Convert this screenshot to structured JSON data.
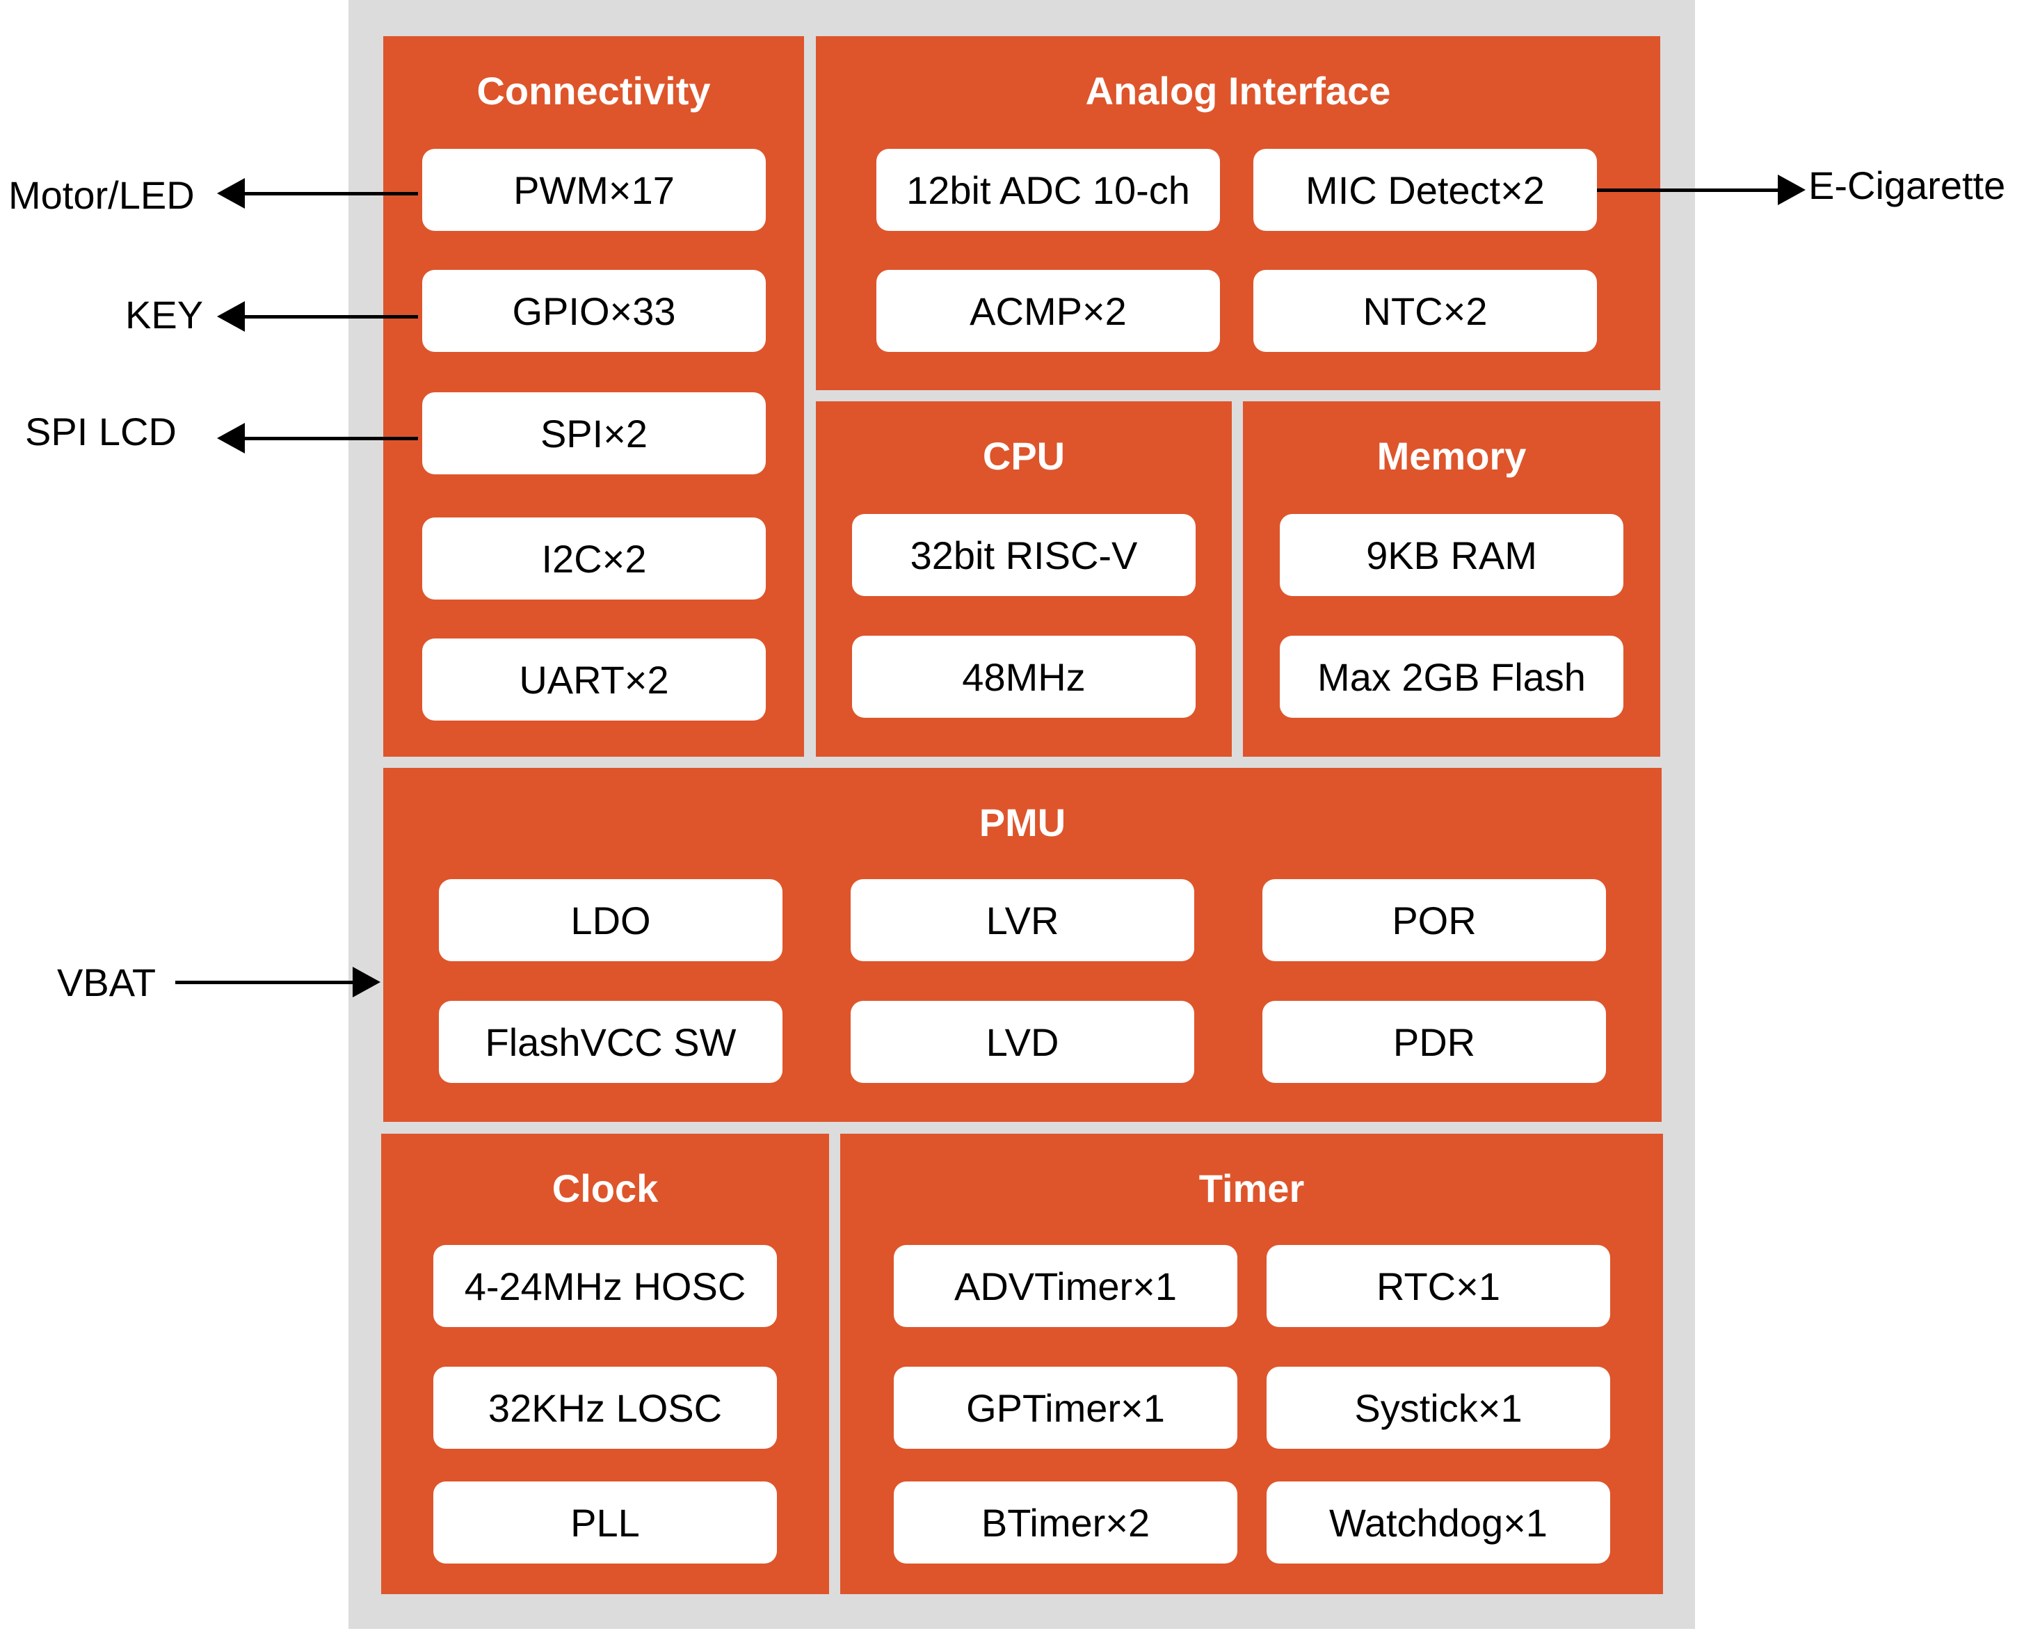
{
  "colors": {
    "block": "#de552b",
    "frame": "#dcdcdc",
    "item_bg": "#ffffff"
  },
  "blocks": {
    "connectivity": {
      "title": "Connectivity",
      "items": [
        "PWM×17",
        "GPIO×33",
        "SPI×2",
        "I2C×2",
        "UART×2"
      ]
    },
    "analog": {
      "title": "Analog Interface",
      "items": [
        "12bit ADC 10-ch",
        "MIC Detect×2",
        "ACMP×2",
        "NTC×2"
      ]
    },
    "cpu": {
      "title": "CPU",
      "items": [
        "32bit RISC-V",
        "48MHz"
      ]
    },
    "memory": {
      "title": "Memory",
      "items": [
        "9KB RAM",
        "Max 2GB Flash"
      ]
    },
    "pmu": {
      "title": "PMU",
      "items": [
        "LDO",
        "LVR",
        "POR",
        "FlashVCC SW",
        "LVD",
        "PDR"
      ]
    },
    "clock": {
      "title": "Clock",
      "items": [
        "4-24MHz HOSC",
        "32KHz LOSC",
        "PLL"
      ]
    },
    "timer": {
      "title": "Timer",
      "items": [
        "ADVTimer×1",
        "RTC×1",
        "GPTimer×1",
        "Systick×1",
        "BTimer×2",
        "Watchdog×1"
      ]
    }
  },
  "external": {
    "motor_led": "Motor/LED",
    "key": "KEY",
    "spi_lcd": "SPI LCD",
    "vbat": "VBAT",
    "e_cigarette": "E-Cigarette"
  }
}
